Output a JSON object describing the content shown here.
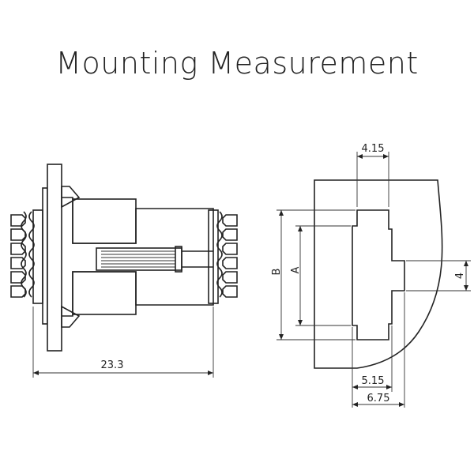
{
  "title": "Mounting Measurement",
  "side_view": {
    "length_label": "23.3"
  },
  "cutout_view": {
    "top_width_label": "4.15",
    "height_b_label": "B",
    "height_a_label": "A",
    "notch_label": "4",
    "depth_inner_label": "5.15",
    "depth_outer_label": "6.75"
  },
  "colors": {
    "line": "#222222",
    "background": "#ffffff"
  }
}
